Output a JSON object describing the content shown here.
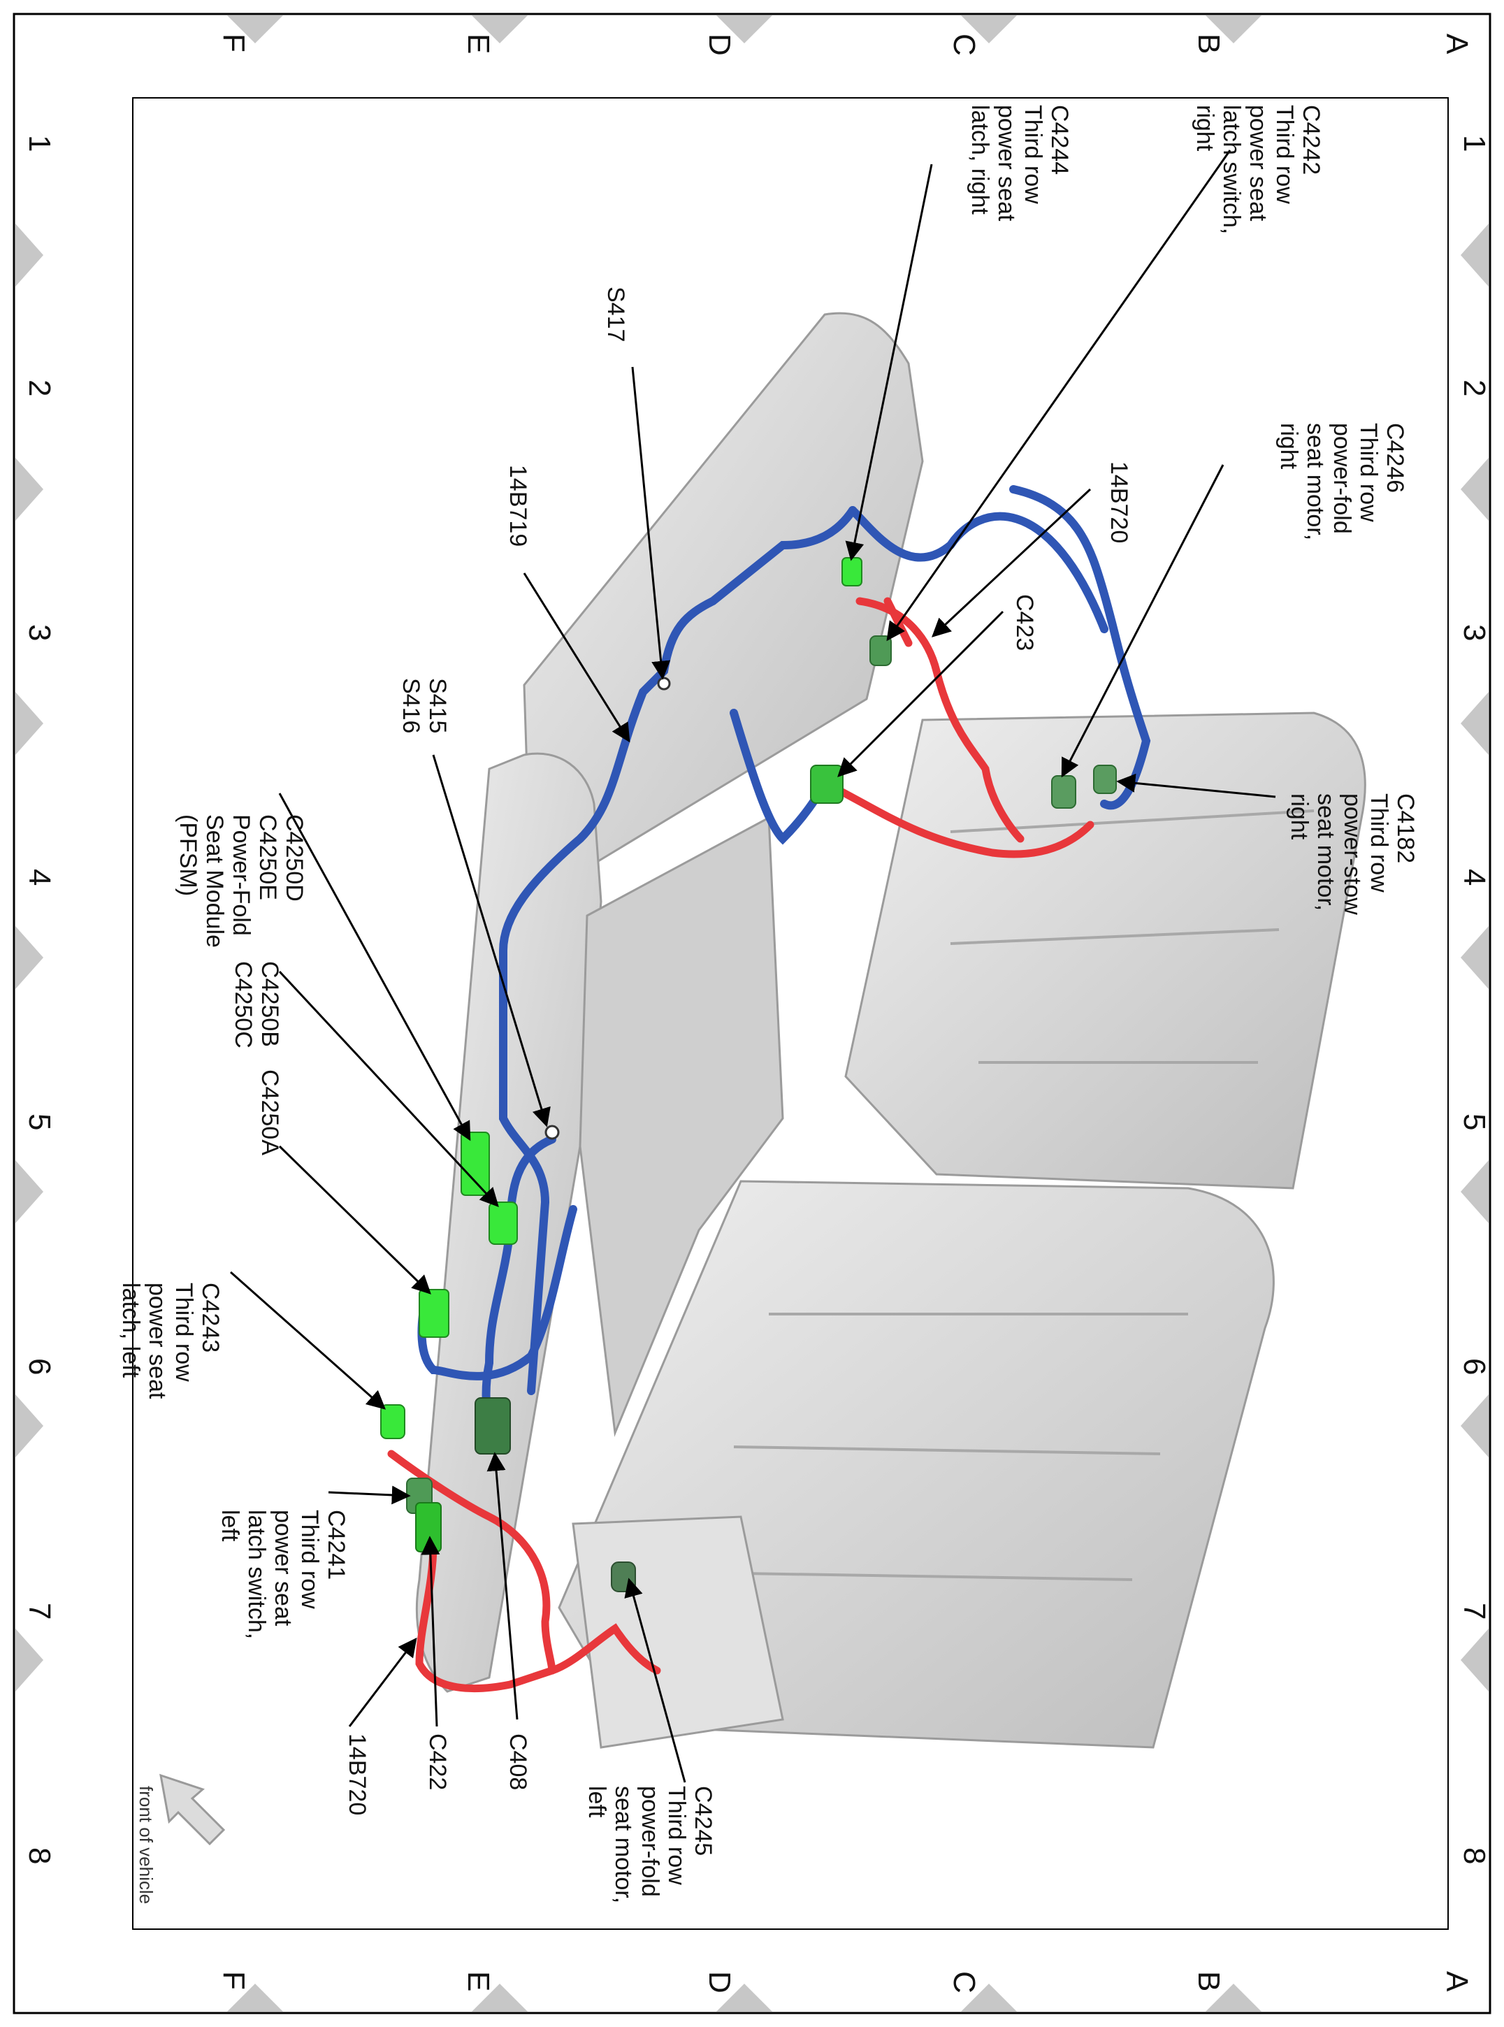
{
  "grid": {
    "rows": [
      "A",
      "B",
      "C",
      "D",
      "E",
      "F"
    ],
    "cols": [
      "1",
      "2",
      "3",
      "4",
      "5",
      "6",
      "7",
      "8"
    ]
  },
  "labels": {
    "c4242": [
      "C4242",
      "Third row",
      "power seat",
      "latch switch,",
      "right"
    ],
    "c4244": [
      "C4244",
      "Third row",
      "power seat",
      "latch, right"
    ],
    "s417": [
      "S417"
    ],
    "c4246": [
      "C4246",
      "Third row",
      "power-fold",
      "seat motor,",
      "right"
    ],
    "b720_top": [
      "14B720"
    ],
    "b719": [
      "14B719"
    ],
    "c423": [
      "C423"
    ],
    "c4182": [
      "C4182",
      "Third row",
      "power-stow",
      "seat motor,",
      "right"
    ],
    "s415": [
      "S415",
      "S416"
    ],
    "c4250d": [
      "C4250D",
      "C4250E",
      "Power-Fold",
      "Seat Module",
      "(PFSM)"
    ],
    "c4250b": [
      "C4250B",
      "C4250C"
    ],
    "c4250a": [
      "C4250A"
    ],
    "c4243": [
      "C4243",
      "Third row",
      "power seat",
      "latch, left"
    ],
    "c4241": [
      "C4241",
      "Third row",
      "power seat",
      "latch switch,",
      "left"
    ],
    "c4245": [
      "C4245",
      "Third row",
      "power-fold",
      "seat motor,",
      "left"
    ],
    "c408": [
      "C408"
    ],
    "c422": [
      "C422"
    ],
    "b720_bottom": [
      "14B720"
    ],
    "front": [
      "front of vehicle"
    ]
  },
  "colors": {
    "harness_blue": "#2f56b5",
    "harness_red": "#e8373b",
    "connector_bright": "#39e83a",
    "connector_dark": "#4f9a56",
    "seat_fill": "#d9d9d9",
    "border": "#000000",
    "marker_gray": "#c7c7c7"
  }
}
